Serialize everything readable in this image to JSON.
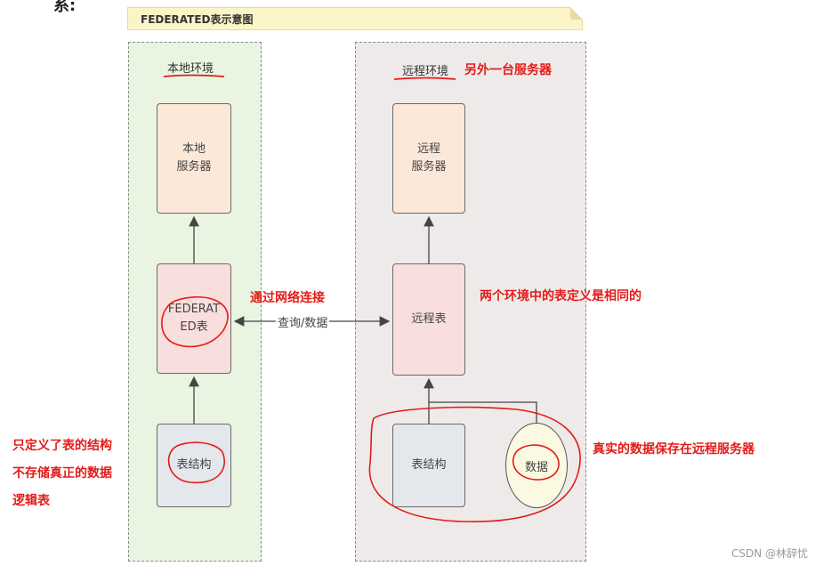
{
  "top_fragment": "系:",
  "banner": {
    "title": "FEDERATED表示意图"
  },
  "local": {
    "label": "本地环境",
    "server": "本地\n服务器",
    "federated_table": "FEDERAT\nED表",
    "structure": "表结构"
  },
  "remote": {
    "label": "远程环境",
    "server": "远程\n服务器",
    "table": "远程表",
    "structure": "表结构",
    "data": "数据"
  },
  "edge": {
    "query_data": "查询/数据"
  },
  "annotations": {
    "another_server": "另外一台服务器",
    "network": "通过网络连接",
    "same_definition": "两个环境中的表定义是相同的",
    "only_structure": "只定义了表的结构",
    "no_data": "不存储真正的数据",
    "logical_table": "逻辑表",
    "real_data": "真实的数据保存在远程服务器"
  },
  "watermark": "CSDN @林辞忧",
  "colors": {
    "annotation_red": "#e41b17",
    "local_bg": "#e9f5e0",
    "remote_bg": "#eeeaea",
    "server_fill": "#fbe8d8",
    "table_fill": "#f9dede",
    "structure_fill": "#e4e7eb",
    "data_fill": "#fbf9e2",
    "banner_fill": "#fbf4c7"
  }
}
